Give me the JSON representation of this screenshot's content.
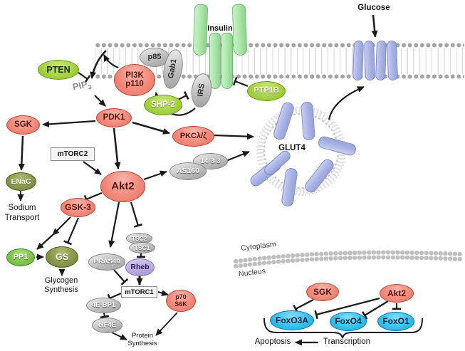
{
  "colors": {
    "salmon": "#F18A7C",
    "bright_green": "#A3D13E",
    "olive_green": "#87954A",
    "light_green": "#7CC34A",
    "receptor_green": "#A9E4A7",
    "membrane_gray": "#A4A4A4",
    "protein_gray": "#C6C6C6",
    "transporter_blue": "#AAB4E5",
    "foxo_cyan": "#34BDEB",
    "rheb_purple": "#A796D2",
    "arrow_black": "#1A1A1A"
  },
  "labels": {
    "glucose": "Glucose",
    "insulin": "Insulin",
    "pip3_base": "PIP",
    "pip3_sub": "3",
    "glut4": "GLUT4",
    "sodium_transport": "Sodium\nTransport",
    "glycogen_synthesis": "Glycogen\nSynthesis",
    "protein_synthesis": "Protein\nSynthesis",
    "cytoplasm": "Cytoplasm",
    "nucleus": "Nucleus",
    "apoptosis": "Apoptosis",
    "transcription": "Transcription"
  },
  "nodes": {
    "pten": "PTEN",
    "pi3k": "PI3K\np110",
    "p85": "p85",
    "gab1": "Gab1",
    "irs": "IRS",
    "shp2": "SHP-2",
    "ptp1b": "PTP1B",
    "sgk": "SGK",
    "pdk1": "PDK1",
    "mtorc2": "mTORC2",
    "pkc": "PKCλ/ζ",
    "as160": "AS160",
    "ft33": "14-3-3",
    "akt2": "Akt2",
    "enac": "ENaC",
    "gsk3": "GSK-3",
    "pp1": "PP1",
    "gs": "GS",
    "pras40": "PRAS40",
    "tsc2": "TSC2",
    "tsc1": "TSC1",
    "rheb": "Rheb",
    "mtorc1": "mTORC1",
    "e4ebp1": "4E-BP1",
    "eif4e": "eIF4E",
    "p70s6k": "p70\nS6K",
    "sgk_nuc": "SGK",
    "akt2_nuc": "Akt2",
    "foxo3a": "FoxO3A",
    "foxo4": "FoxO4",
    "foxo1": "FoxO1"
  }
}
